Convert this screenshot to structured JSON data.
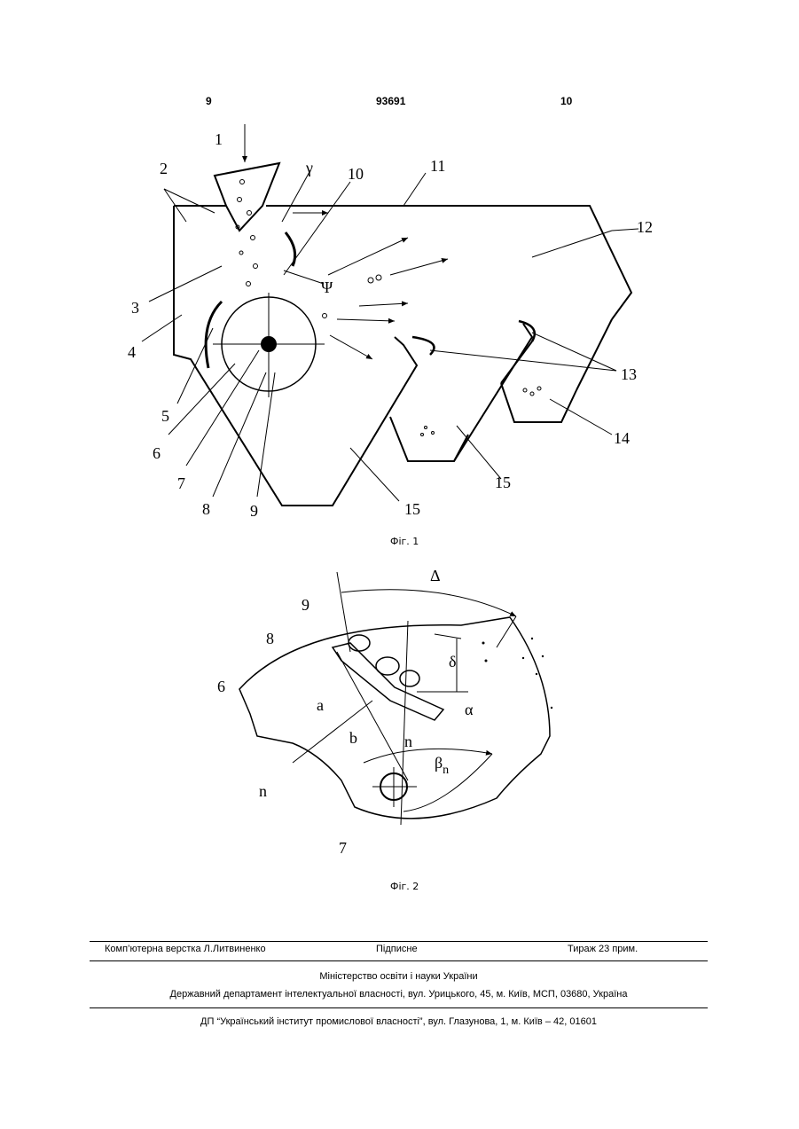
{
  "header": {
    "page_left": "9",
    "patent_number": "93691",
    "page_right": "10"
  },
  "figure1": {
    "caption": "Фіг. 1",
    "labels": {
      "l1": "1",
      "l2": "2",
      "l3": "3",
      "l4": "4",
      "l5": "5",
      "l6": "6",
      "l7": "7",
      "l8": "8",
      "l9": "9",
      "l10": "10",
      "l11": "11",
      "l12": "12",
      "l13": "13",
      "l14": "14",
      "l15a": "15",
      "l15b": "15",
      "gamma": "γ",
      "psi": "Ψ"
    }
  },
  "figure2": {
    "caption": "Фіг. 2",
    "labels": {
      "delta_cap": "Δ",
      "l9": "9",
      "l8": "8",
      "l6": "6",
      "delta": "δ",
      "a": "a",
      "alpha": "α",
      "b": "b",
      "n_top": "n",
      "beta": "β",
      "beta_sub": "n",
      "n_left": "n",
      "l7": "7"
    }
  },
  "footer": {
    "layout": "Комп’ютерна верстка Л.Литвиненко",
    "signed": "Підписне",
    "circulation": "Тираж 23 прим.",
    "ministry": "Міністерство освіти і науки України",
    "department": "Державний департамент інтелектуальної власності, вул. Урицького, 45, м. Київ, МСП, 03680, Україна",
    "institute": "ДП “Український інститут промислової власності”, вул. Глазунова, 1, м. Київ – 42, 01601"
  }
}
